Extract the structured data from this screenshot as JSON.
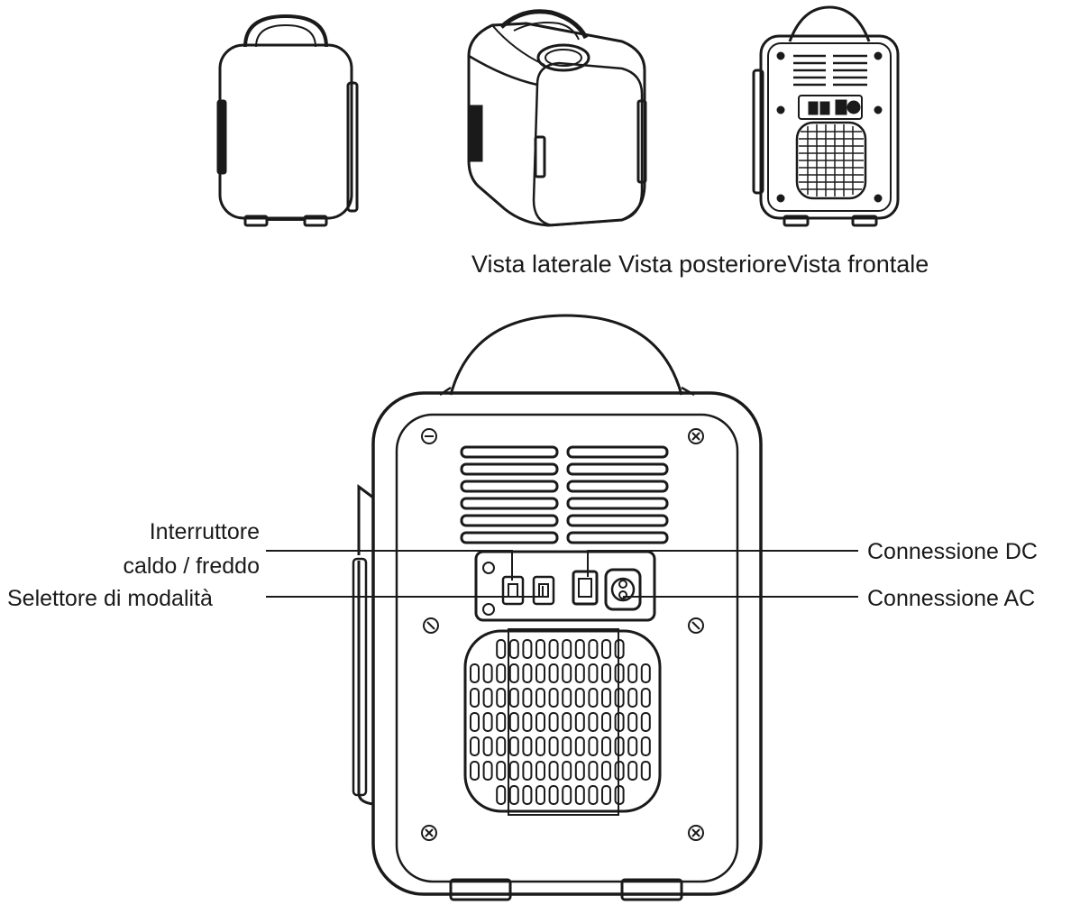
{
  "views_caption": "Vista laterale Vista posterioreVista frontale",
  "callouts": {
    "hot_cold_switch_line1": "Interruttore",
    "hot_cold_switch_line2": "caldo / freddo",
    "mode_selector": "Selettore di modalità",
    "dc_connection": "Connessione DC",
    "ac_connection": "Connessione AC"
  },
  "colors": {
    "line": "#1a1a1a",
    "background": "#ffffff"
  }
}
